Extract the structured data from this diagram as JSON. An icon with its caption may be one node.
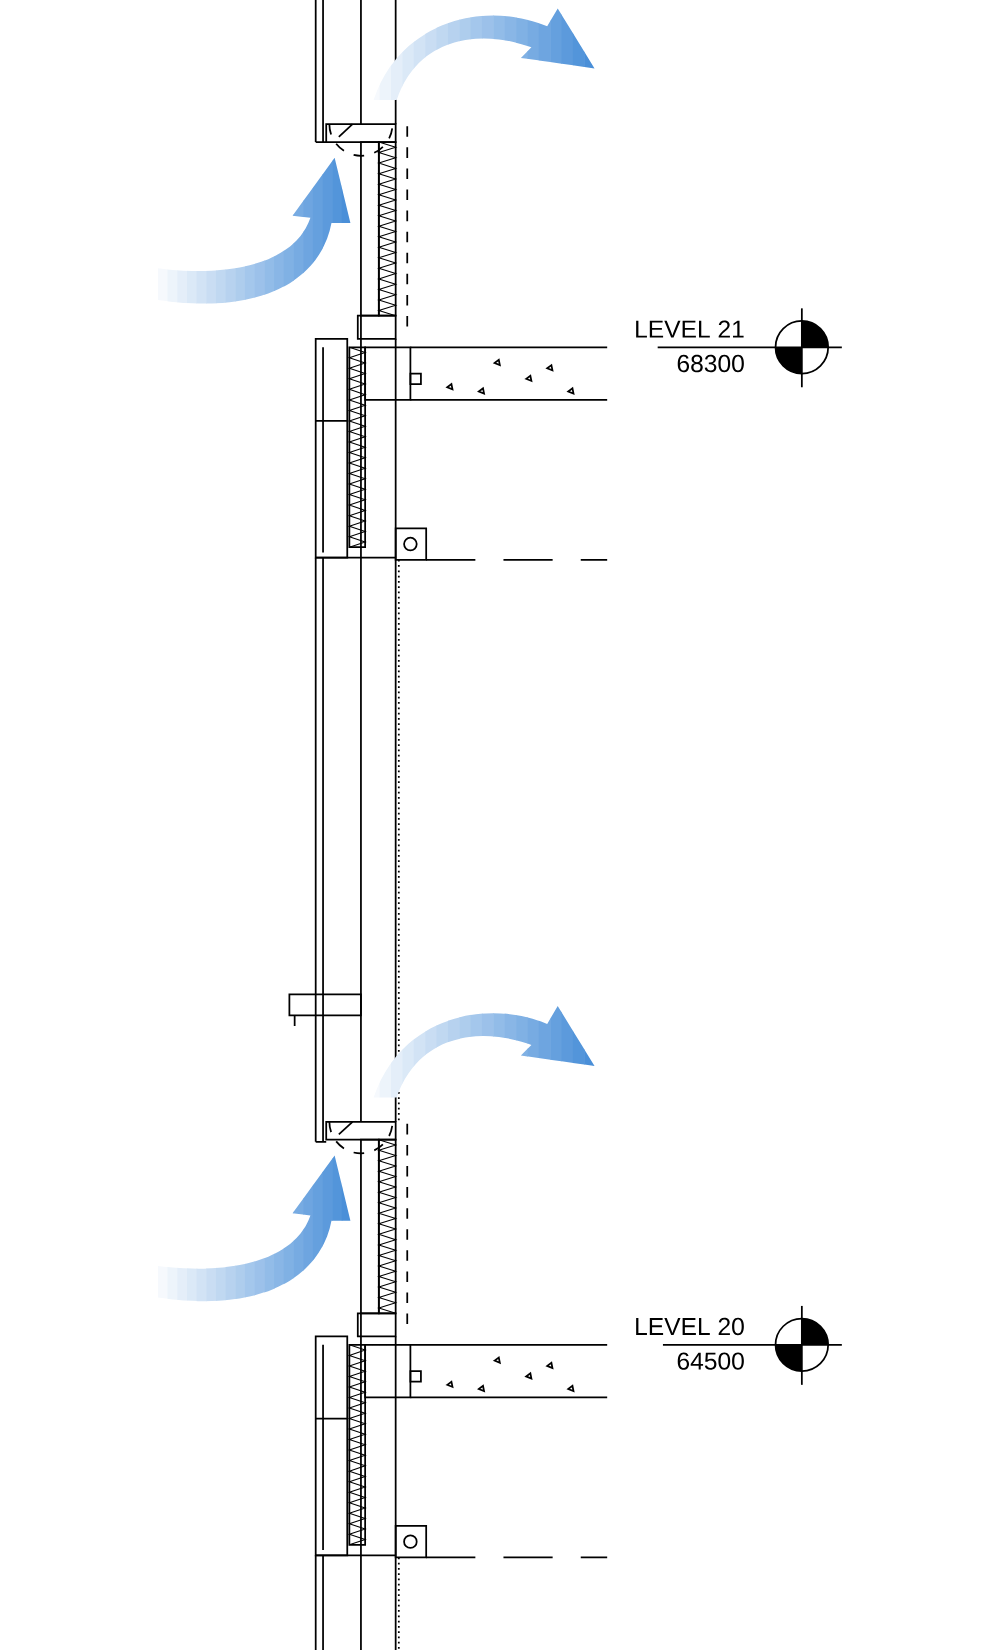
{
  "diagram": {
    "labels": [
      "LEVEL 21",
      "68300",
      "LEVEL 20",
      "64500"
    ]
  }
}
